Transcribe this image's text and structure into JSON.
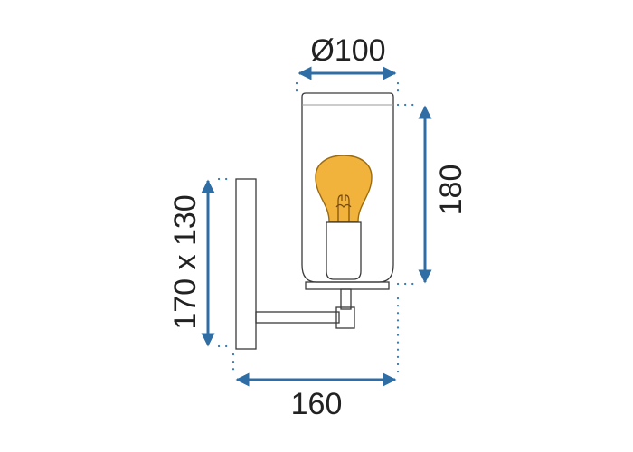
{
  "dimensions": {
    "diameter": "Ø100",
    "height": "180",
    "backplate": "170 x 130",
    "depth": "160"
  },
  "colors": {
    "arrow": "#2e6ea5",
    "outline": "#3a3a3a",
    "dots": "#3a7ab6",
    "bulb_fill": "#f2b33d",
    "bulb_stroke": "#9a6b12",
    "filament": "#7a4c0c"
  }
}
